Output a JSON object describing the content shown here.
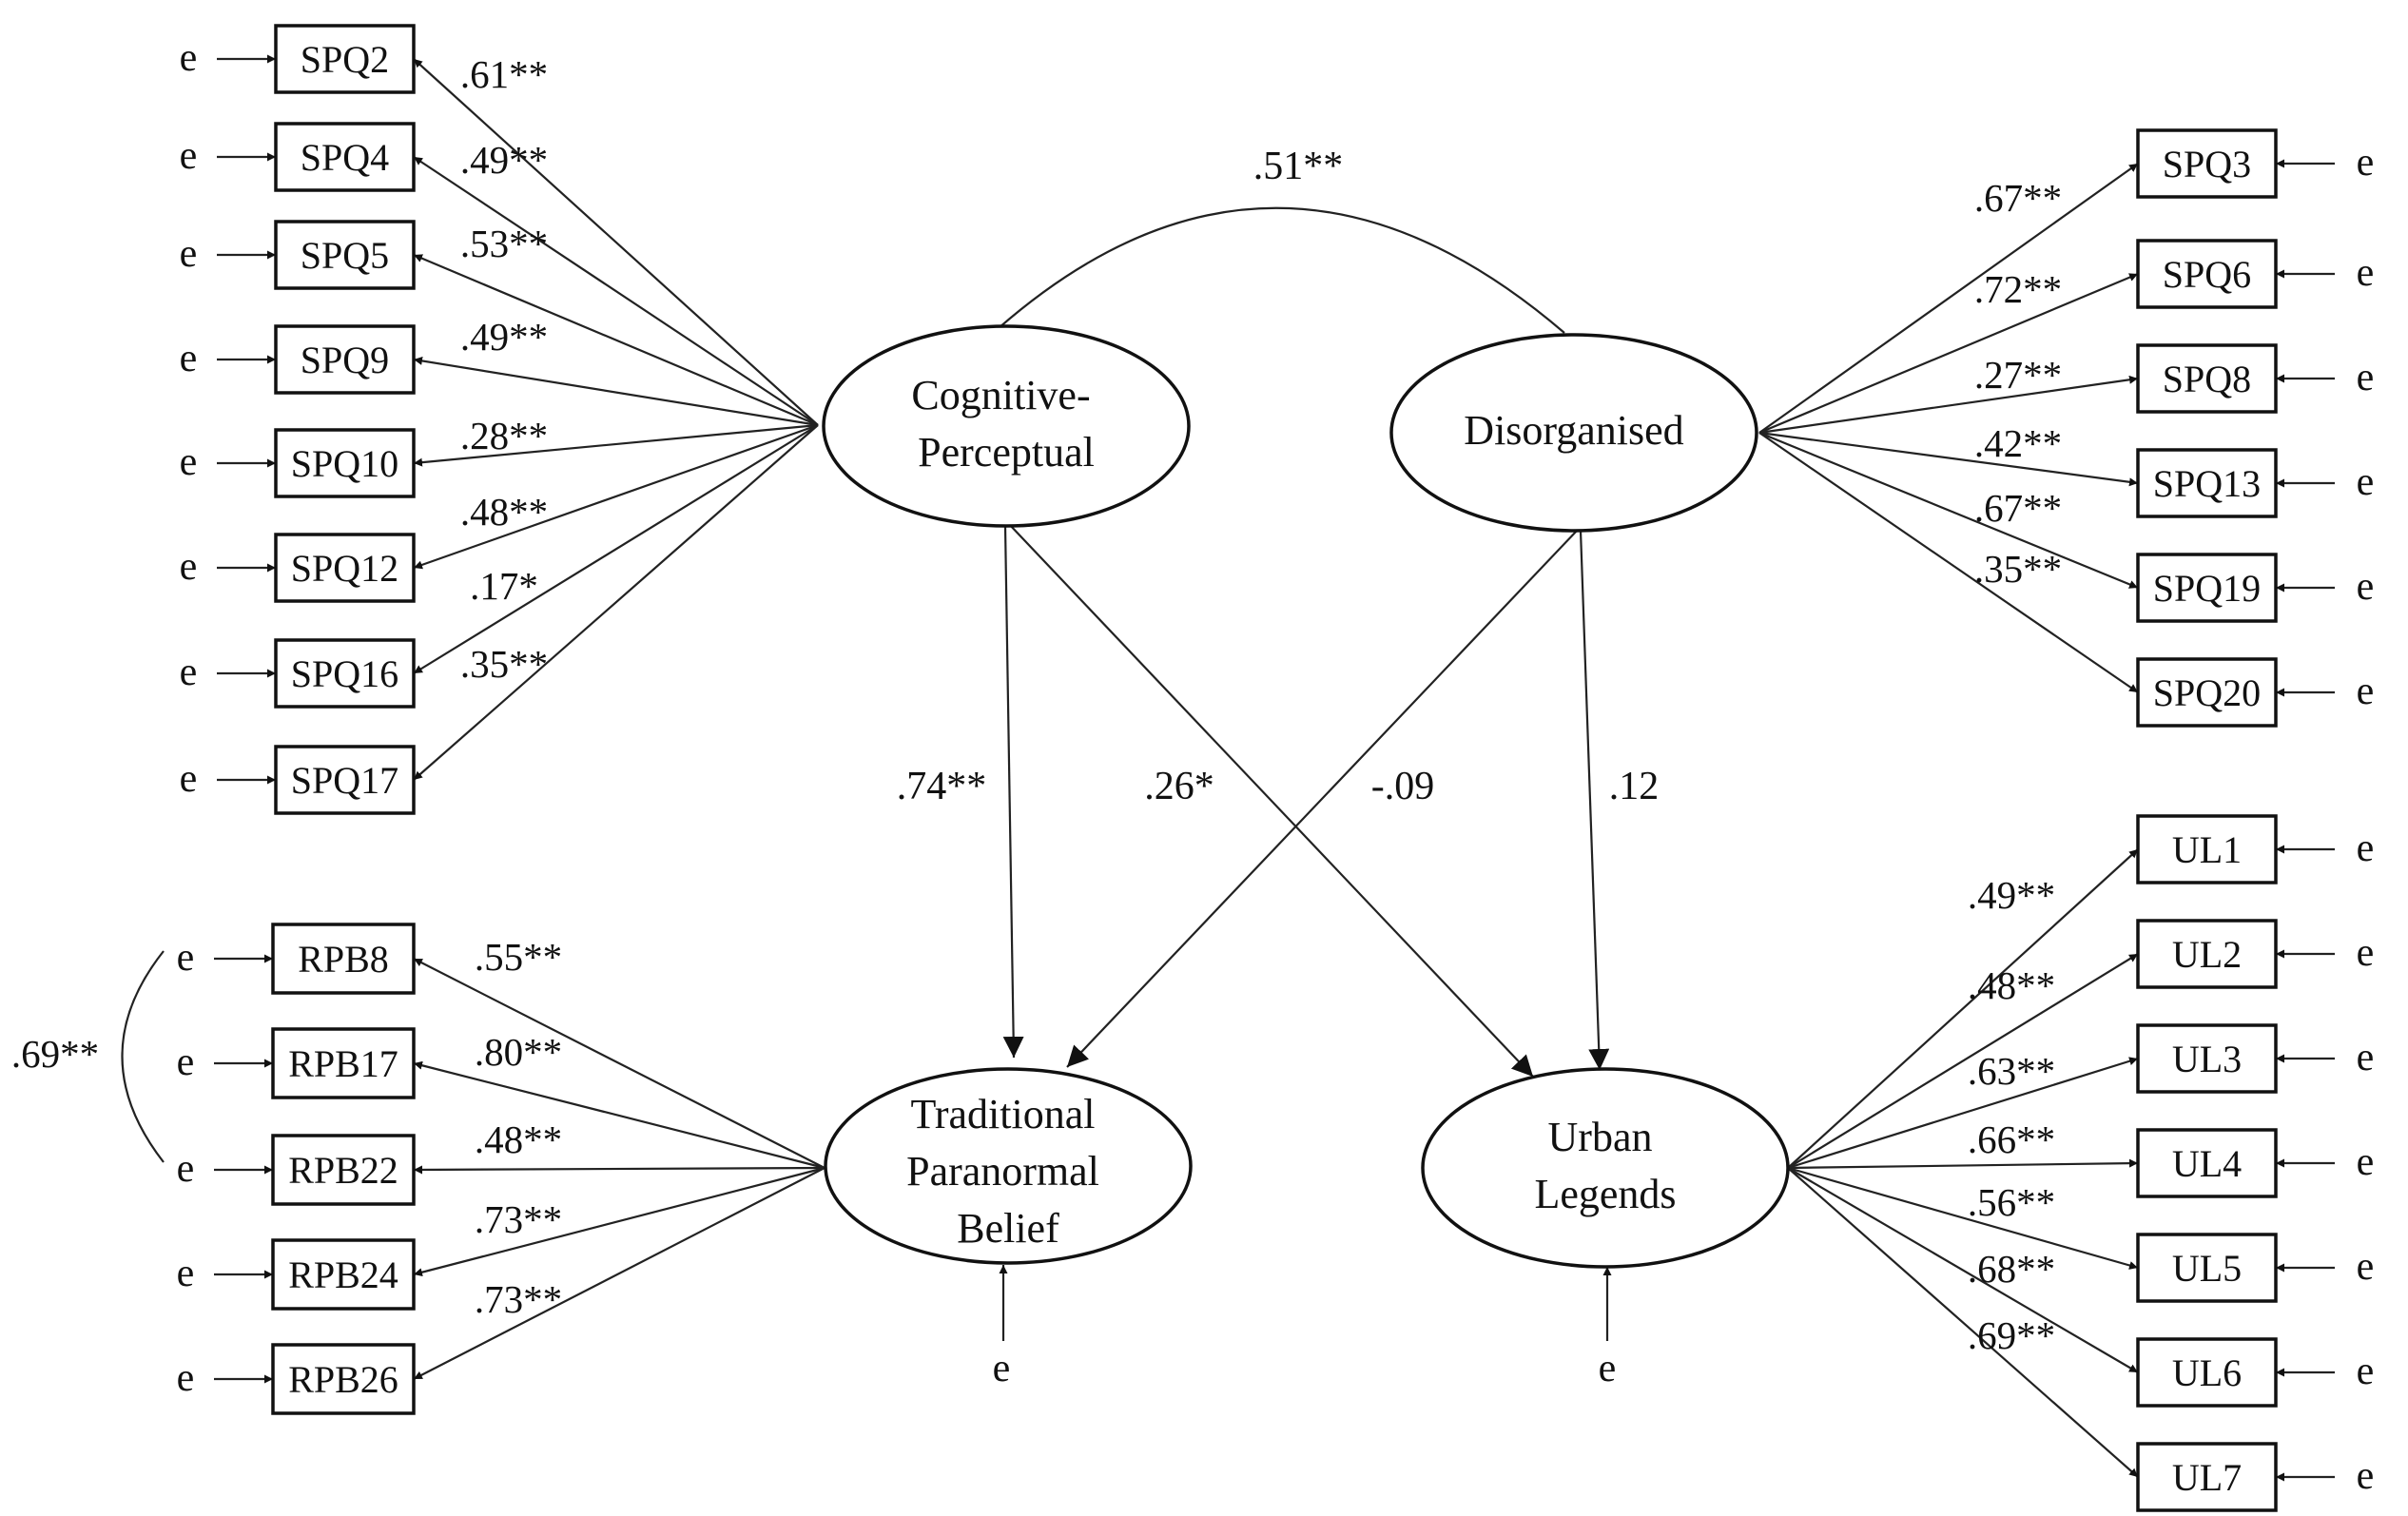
{
  "latents": {
    "cp": [
      "Cognitive-",
      "Perceptual"
    ],
    "dis": [
      "Disorganised"
    ],
    "tpb": [
      "Traditional",
      "Paranormal",
      "Belief"
    ],
    "ul": [
      "Urban",
      "Legends"
    ]
  },
  "error_label": "e",
  "cp_items": [
    {
      "name": "SPQ2",
      "loading": ".61**"
    },
    {
      "name": "SPQ4",
      "loading": ".49**"
    },
    {
      "name": "SPQ5",
      "loading": ".53**"
    },
    {
      "name": "SPQ9",
      "loading": ".49**"
    },
    {
      "name": "SPQ10",
      "loading": ".28**"
    },
    {
      "name": "SPQ12",
      "loading": ".48**"
    },
    {
      "name": "SPQ16",
      "loading": ".17*"
    },
    {
      "name": "SPQ17",
      "loading": ".35**"
    }
  ],
  "dis_items": [
    {
      "name": "SPQ3",
      "loading": ".67**"
    },
    {
      "name": "SPQ6",
      "loading": ".72**"
    },
    {
      "name": "SPQ8",
      "loading": ".27**"
    },
    {
      "name": "SPQ13",
      "loading": ".42**"
    },
    {
      "name": "SPQ19",
      "loading": ".67**"
    },
    {
      "name": "SPQ20",
      "loading": ".35**"
    }
  ],
  "tpb_items": [
    {
      "name": "RPB8",
      "loading": ".55**"
    },
    {
      "name": "RPB17",
      "loading": ".80**"
    },
    {
      "name": "RPB22",
      "loading": ".48**"
    },
    {
      "name": "RPB24",
      "loading": ".73**"
    },
    {
      "name": "RPB26",
      "loading": ".73**"
    }
  ],
  "ul_items": [
    {
      "name": "UL1",
      "loading": ".49**"
    },
    {
      "name": "UL2",
      "loading": ".48**"
    },
    {
      "name": "UL3",
      "loading": ".63**"
    },
    {
      "name": "UL4",
      "loading": ".66**"
    },
    {
      "name": "UL5",
      "loading": ".56**"
    },
    {
      "name": "UL6",
      "loading": ".68**"
    },
    {
      "name": "UL7",
      "loading": ".69**"
    }
  ],
  "correlations": {
    "cp_dis": ".51**",
    "rpb8_rpb22_errors": ".69**"
  },
  "paths": {
    "cp_tpb": ".74**",
    "cp_ul": ".26*",
    "dis_tpb": "-.09",
    "dis_ul": ".12"
  }
}
